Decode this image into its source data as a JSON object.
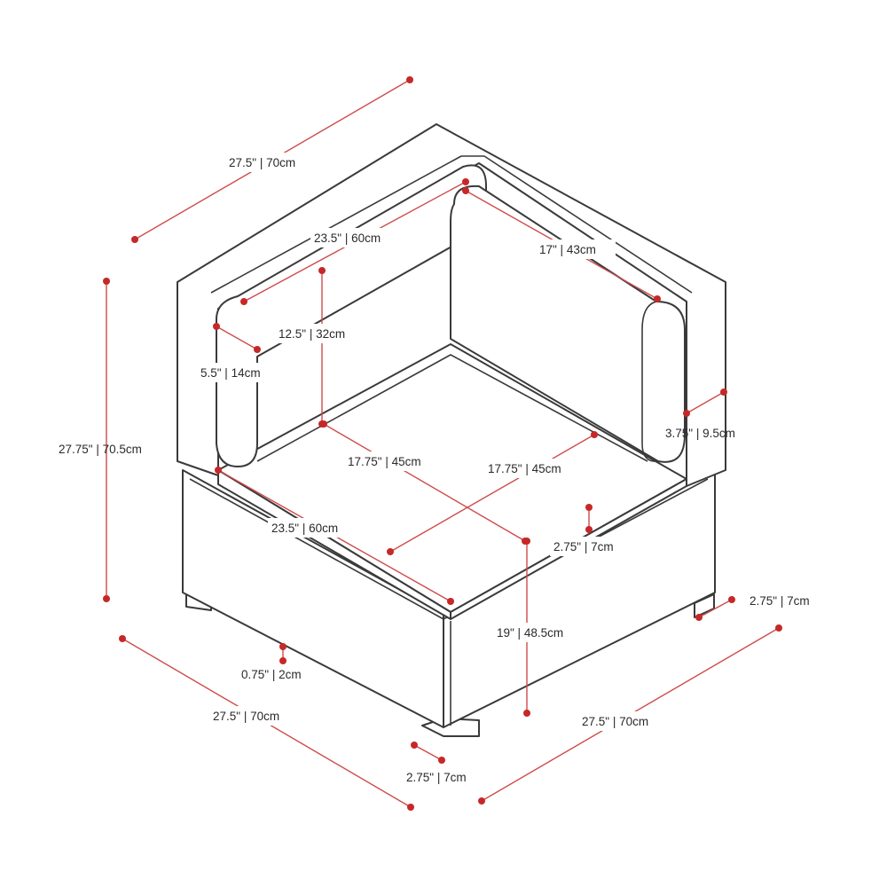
{
  "diagram": {
    "accent_color": "#c62828",
    "line_color": "#3a3a3a",
    "labels": {
      "overall_depth_top": "27.5\" | 70cm",
      "inner_back_width": "23.5\" | 60cm",
      "inner_side_width": "17\" | 43cm",
      "back_cushion_height": "12.5\" | 32cm",
      "back_cushion_thickness": "5.5\" | 14cm",
      "overall_height": "27.75\" | 70.5cm",
      "armrest_height": "3.75\" | 9.5cm",
      "seat_depth_left": "17.75\" | 45cm",
      "seat_depth_right": "17.75\" | 45cm",
      "seat_front_width": "23.5\" | 60cm",
      "seat_cushion_thickness": "2.75\" | 7cm",
      "leg_width_right": "2.75\" | 7cm",
      "seat_height": "19\" | 48.5cm",
      "leg_height": "0.75\" | 2cm",
      "base_width_left": "27.5\" | 70cm",
      "base_width_right": "27.5\" | 70cm",
      "leg_width_front": "2.75\" | 7cm"
    }
  }
}
